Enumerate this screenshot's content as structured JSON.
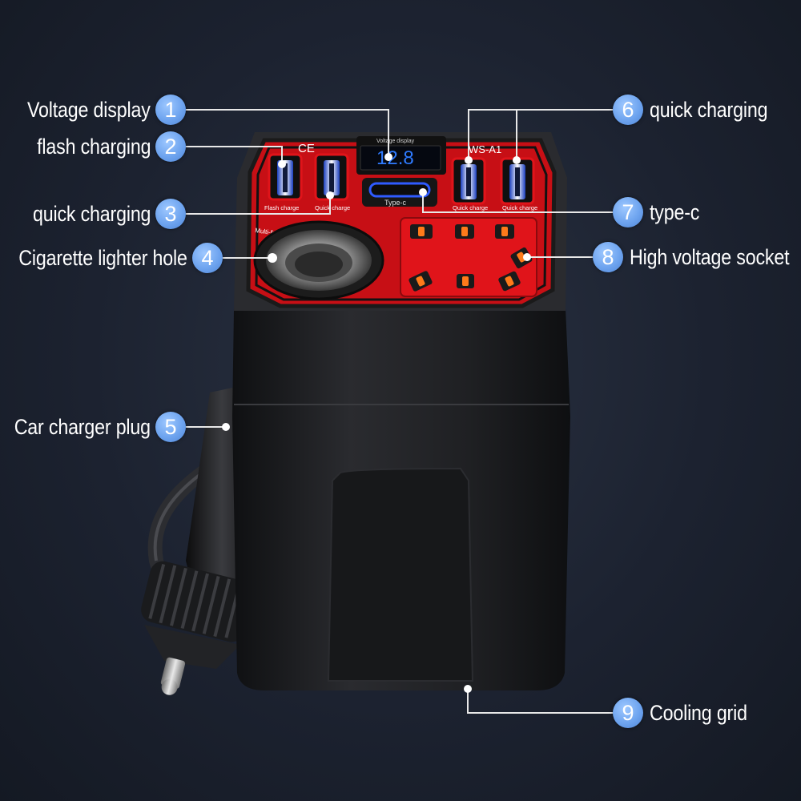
{
  "callouts": [
    {
      "number": "1",
      "label": "Voltage display"
    },
    {
      "number": "2",
      "label": "flash charging"
    },
    {
      "number": "3",
      "label": "quick charging"
    },
    {
      "number": "4",
      "label": "Cigarette lighter hole"
    },
    {
      "number": "5",
      "label": "Car charger plug"
    },
    {
      "number": "6",
      "label": "quick charging"
    },
    {
      "number": "7",
      "label": "type-c"
    },
    {
      "number": "8",
      "label": "High voltage socket"
    },
    {
      "number": "9",
      "label": "Cooling grid"
    }
  ],
  "device": {
    "ce_mark": "CE",
    "voltage_caption": "Voltage display",
    "voltage_reading": "12.8",
    "model": "WS-A1",
    "typec_caption": "Type-c",
    "flash_port_caption": "Flash charge",
    "quick_port_caption": "Quick charge",
    "lighter_ring_text": "Multi-functional vehicle-mounted inverter"
  },
  "colors": {
    "panel_red": "#e0141a",
    "display_blue": "#2f7bff",
    "body_dark": "#1e1f22",
    "badge_blue": "#6ea4ef"
  }
}
